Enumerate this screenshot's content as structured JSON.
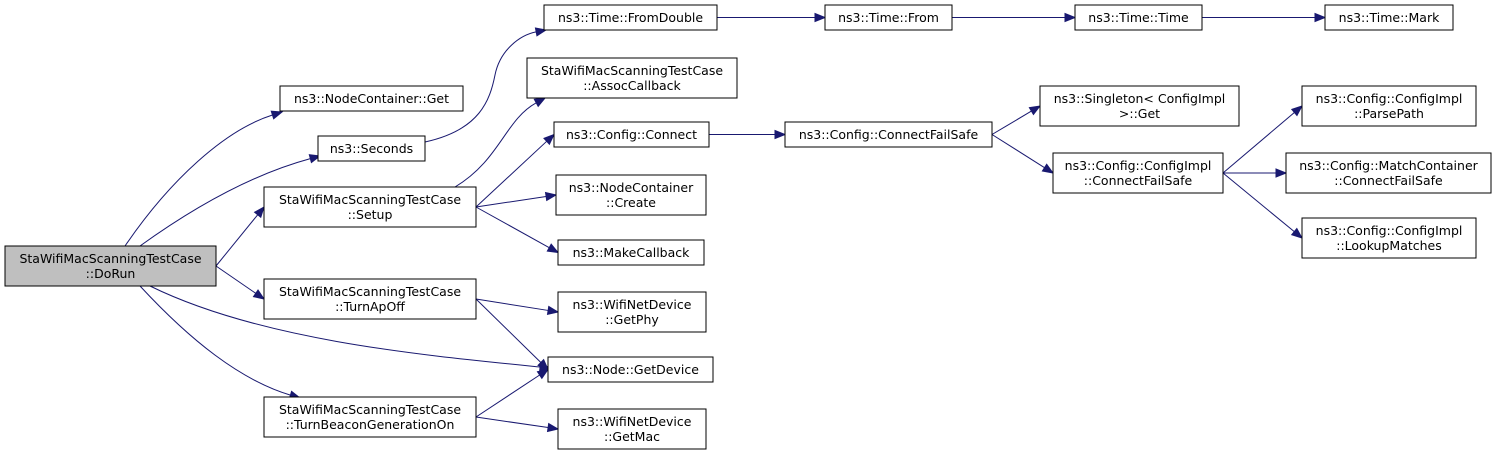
{
  "nodes": [
    {
      "id": "dorun",
      "lines": [
        "StaWifiMacScanningTestCase",
        "::DoRun"
      ],
      "selected": true
    },
    {
      "id": "nodecontainer_get",
      "lines": [
        "ns3::NodeContainer::Get"
      ]
    },
    {
      "id": "seconds",
      "lines": [
        "ns3::Seconds"
      ]
    },
    {
      "id": "setup",
      "lines": [
        "StaWifiMacScanningTestCase",
        "::Setup"
      ]
    },
    {
      "id": "turnapoff",
      "lines": [
        "StaWifiMacScanningTestCase",
        "::TurnApOff"
      ]
    },
    {
      "id": "node_getdevice",
      "lines": [
        "ns3::Node::GetDevice"
      ]
    },
    {
      "id": "turnbeacon",
      "lines": [
        "StaWifiMacScanningTestCase",
        "::TurnBeaconGenerationOn"
      ]
    },
    {
      "id": "time_fromdouble",
      "lines": [
        "ns3::Time::FromDouble"
      ]
    },
    {
      "id": "assoccallback",
      "lines": [
        "StaWifiMacScanningTestCase",
        "::AssocCallback"
      ]
    },
    {
      "id": "config_connect",
      "lines": [
        "ns3::Config::Connect"
      ]
    },
    {
      "id": "nodecontainer_create",
      "lines": [
        "ns3::NodeContainer",
        "::Create"
      ]
    },
    {
      "id": "makecallback",
      "lines": [
        "ns3::MakeCallback"
      ]
    },
    {
      "id": "wifinetdevice_getphy",
      "lines": [
        "ns3::WifiNetDevice",
        "::GetPhy"
      ]
    },
    {
      "id": "wifinetdevice_getmac",
      "lines": [
        "ns3::WifiNetDevice",
        "::GetMac"
      ]
    },
    {
      "id": "time_from",
      "lines": [
        "ns3::Time::From"
      ]
    },
    {
      "id": "config_connectfailsafe",
      "lines": [
        "ns3::Config::ConnectFailSafe"
      ]
    },
    {
      "id": "time_time",
      "lines": [
        "ns3::Time::Time"
      ]
    },
    {
      "id": "singleton_get",
      "lines": [
        "ns3::Singleton< ConfigImpl",
        " >::Get"
      ]
    },
    {
      "id": "configimpl_connectfailsafe",
      "lines": [
        "ns3::Config::ConfigImpl",
        "::ConnectFailSafe"
      ]
    },
    {
      "id": "time_mark",
      "lines": [
        "ns3::Time::Mark"
      ]
    },
    {
      "id": "configimpl_parsepath",
      "lines": [
        "ns3::Config::ConfigImpl",
        "::ParsePath"
      ]
    },
    {
      "id": "matchcontainer_connectfailsafe",
      "lines": [
        "ns3::Config::MatchContainer",
        "::ConnectFailSafe"
      ]
    },
    {
      "id": "configimpl_lookupmatches",
      "lines": [
        "ns3::Config::ConfigImpl",
        "::LookupMatches"
      ]
    }
  ],
  "edges": [
    {
      "from": "dorun",
      "to": "nodecontainer_get"
    },
    {
      "from": "dorun",
      "to": "seconds"
    },
    {
      "from": "dorun",
      "to": "setup"
    },
    {
      "from": "dorun",
      "to": "turnapoff"
    },
    {
      "from": "dorun",
      "to": "node_getdevice"
    },
    {
      "from": "dorun",
      "to": "turnbeacon"
    },
    {
      "from": "seconds",
      "to": "time_fromdouble"
    },
    {
      "from": "setup",
      "to": "assoccallback"
    },
    {
      "from": "setup",
      "to": "config_connect"
    },
    {
      "from": "setup",
      "to": "nodecontainer_create"
    },
    {
      "from": "setup",
      "to": "makecallback"
    },
    {
      "from": "turnapoff",
      "to": "wifinetdevice_getphy"
    },
    {
      "from": "turnapoff",
      "to": "node_getdevice"
    },
    {
      "from": "turnbeacon",
      "to": "node_getdevice"
    },
    {
      "from": "turnbeacon",
      "to": "wifinetdevice_getmac"
    },
    {
      "from": "time_fromdouble",
      "to": "time_from"
    },
    {
      "from": "time_from",
      "to": "time_time"
    },
    {
      "from": "time_time",
      "to": "time_mark"
    },
    {
      "from": "config_connect",
      "to": "config_connectfailsafe"
    },
    {
      "from": "config_connectfailsafe",
      "to": "singleton_get"
    },
    {
      "from": "config_connectfailsafe",
      "to": "configimpl_connectfailsafe"
    },
    {
      "from": "configimpl_connectfailsafe",
      "to": "configimpl_parsepath"
    },
    {
      "from": "configimpl_connectfailsafe",
      "to": "matchcontainer_connectfailsafe"
    },
    {
      "from": "configimpl_connectfailsafe",
      "to": "configimpl_lookupmatches"
    }
  ],
  "colors": {
    "edge": "#191970",
    "node_border": "#000000",
    "node_fill": "#ffffff",
    "selected_fill": "#bfbfbf"
  }
}
